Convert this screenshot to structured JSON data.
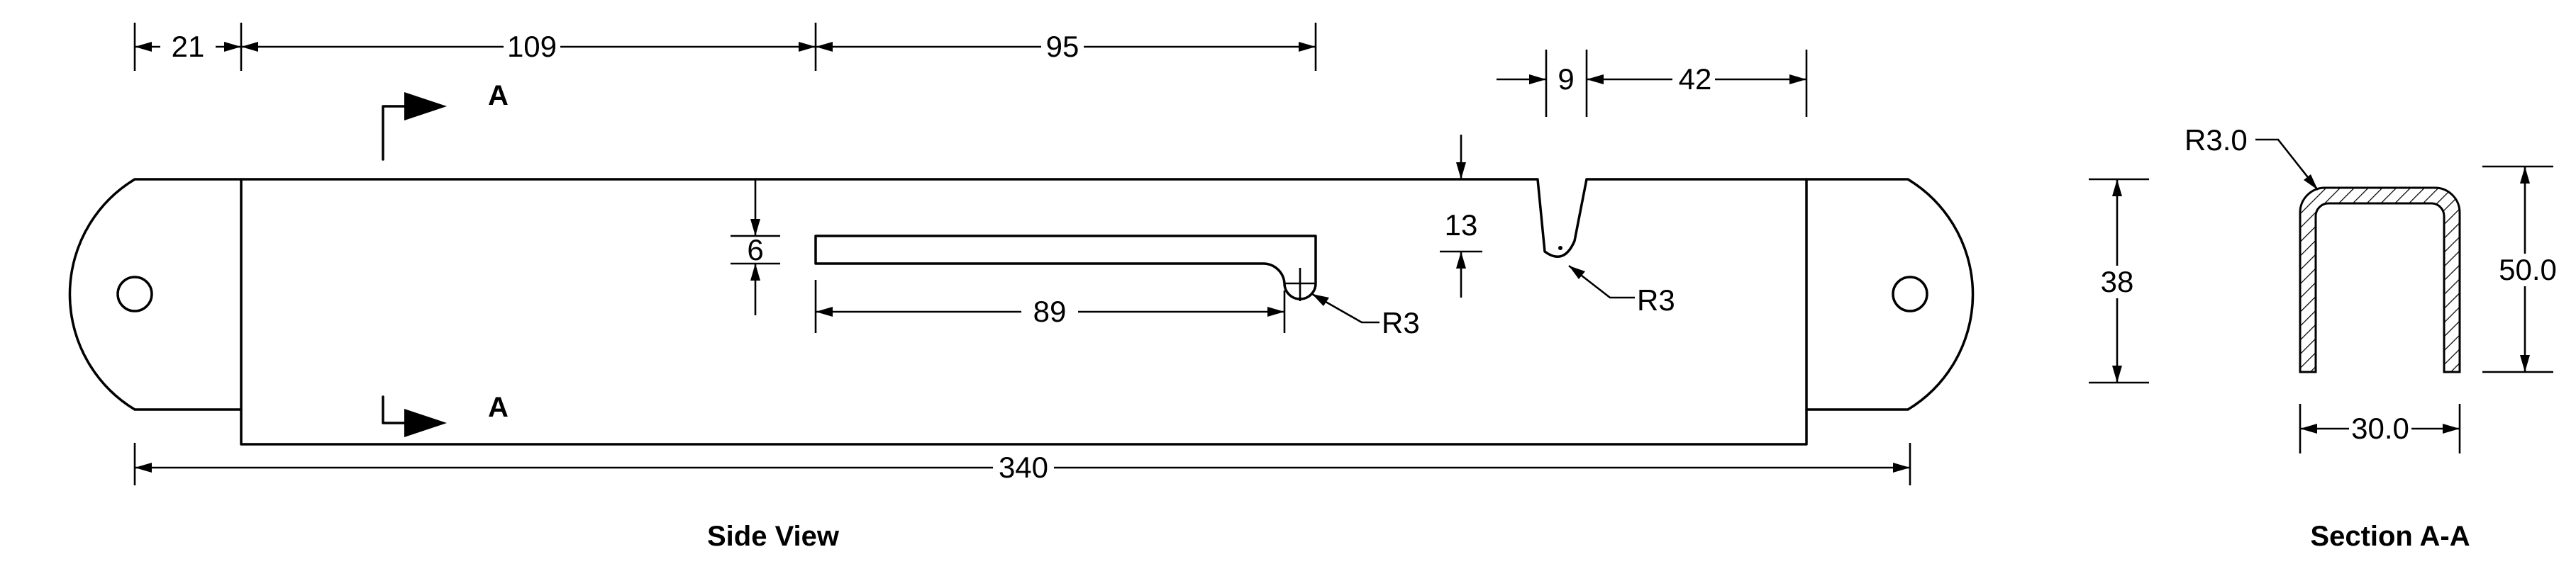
{
  "side_view": {
    "label": "Side View",
    "section_mark": "A",
    "dims": {
      "d21": "21",
      "d109": "109",
      "d95": "95",
      "d9": "9",
      "d42": "42",
      "d6": "6",
      "d89": "89",
      "d13": "13",
      "d38": "38",
      "d340": "340",
      "r_slot": "R3",
      "r_notch": "R3"
    }
  },
  "section_view": {
    "label": "Section A-A",
    "dims": {
      "radius": "R3.0",
      "height": "50.0",
      "width": "30.0"
    }
  }
}
